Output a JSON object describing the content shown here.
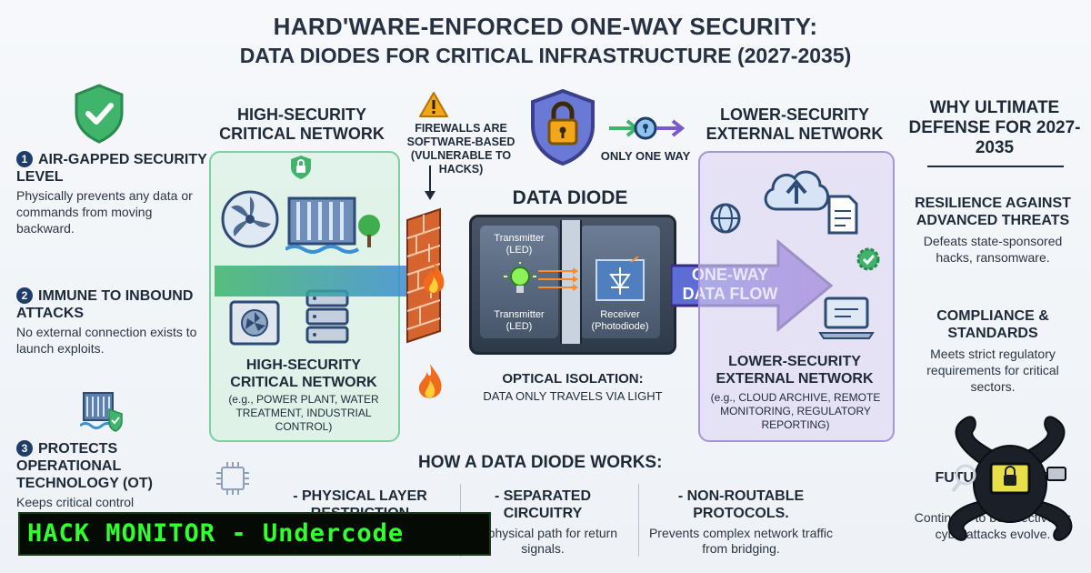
{
  "title_line1": "HARD'WARE-ENFORCED ONE-WAY SECURITY:",
  "title_line2": "DATA DIODES FOR CRITICAL INFRASTRUCTURE (2027-2035)",
  "left_features": [
    {
      "num": "1",
      "heading": "AIR-GAPPED SECURITY LEVEL",
      "text": "Physically prevents any data or commands from moving backward."
    },
    {
      "num": "2",
      "heading": "IMMUNE TO INBOUND ATTACKS",
      "text": "No external connection exists to launch exploits."
    },
    {
      "num": "3",
      "heading": "PROTECTS OPERATIONAL TECHNOLOGY (OT)",
      "text": "Keeps critical control"
    }
  ],
  "high_sec": {
    "header": "HIGH-SECURITY CRITICAL NETWORK",
    "label": "HIGH-SECURITY CRITICAL NETWORK",
    "examples": "(e.g., POWER PLANT, WATER TREATMENT, INDUSTRIAL CONTROL)"
  },
  "firewall_note": "FIREWALLS ARE SOFTWARE-BASED (VULNERABLE TO HACKS)",
  "only_one_way": "ONLY ONE WAY",
  "diode": {
    "title": "DATA DIODE",
    "transmitter_top": "Transmitter (LED)",
    "transmitter_bottom": "Transmitter (LED)",
    "receiver": "Receiver (Photodiode)"
  },
  "flow_label": "ONE-WAY DATA FLOW",
  "optical": {
    "heading": "OPTICAL ISOLATION:",
    "text": "DATA ONLY TRAVELS VIA LIGHT"
  },
  "low_sec": {
    "header": "LOWER-SECURITY EXTERNAL NETWORK",
    "label": "LOWER-SECURITY EXTERNAL NETWORK",
    "examples": "(e.g., CLOUD ARCHIVE, REMOTE MONITORING, REGULATORY REPORTING)"
  },
  "why": {
    "heading": "WHY ULTIMATE DEFENSE FOR 2027-2035",
    "items": [
      {
        "heading": "RESILIENCE AGAINST ADVANCED THREATS",
        "text": "Defeats state-sponsored hacks, ransomware."
      },
      {
        "heading": "COMPLIANCE & STANDARDS",
        "text": "Meets strict regulatory requirements for critical sectors."
      },
      {
        "heading": "FUTURE-PROOF",
        "text": "Continues to be effective as cyberattacks evolve."
      }
    ]
  },
  "works": {
    "heading": "HOW A DATA DIODE WORKS:",
    "items": [
      {
        "heading": "- PHYSICAL LAYER RESTRICTION",
        "text": ""
      },
      {
        "heading": "- SEPARATED CIRCUITRY",
        "text": "No physical path for return signals."
      },
      {
        "heading": "- NON-ROUTABLE PROTOCOLS.",
        "text": "Prevents complex network traffic from bridging."
      }
    ]
  },
  "banner": "HACK MONITOR - Undercode",
  "colors": {
    "green": "#3fb46a",
    "purple": "#7a5cc8",
    "navy": "#1f3d6b",
    "banner_green": "#32ff2e"
  }
}
